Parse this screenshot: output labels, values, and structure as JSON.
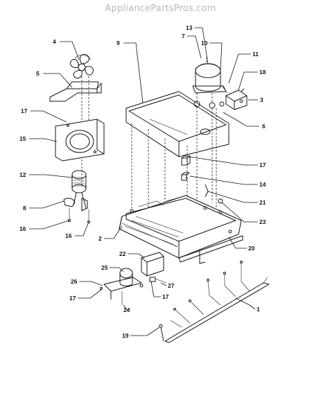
{
  "watermark": "AppliancePartsPros.com",
  "callouts": {
    "c1": "1",
    "c2": "2",
    "c3": "3",
    "c4": "4",
    "c5": "5",
    "c6": "6",
    "c7": "7",
    "c8": "8",
    "c9": "9",
    "c10": "10",
    "c11": "11",
    "c12": "12",
    "c13": "13",
    "c14": "14",
    "c15": "15",
    "c16a": "16",
    "c16b": "16",
    "c17a": "17",
    "c17b": "17",
    "c17c": "17",
    "c17d": "17",
    "c18": "18",
    "c19": "19",
    "c20": "20",
    "c21": "21",
    "c22": "22",
    "c23": "23",
    "c24": "24",
    "c25": "25",
    "c26": "26",
    "c27": "27"
  },
  "colors": {
    "line": "#111111",
    "watermark": "#b8b8b8",
    "background": "#ffffff"
  }
}
